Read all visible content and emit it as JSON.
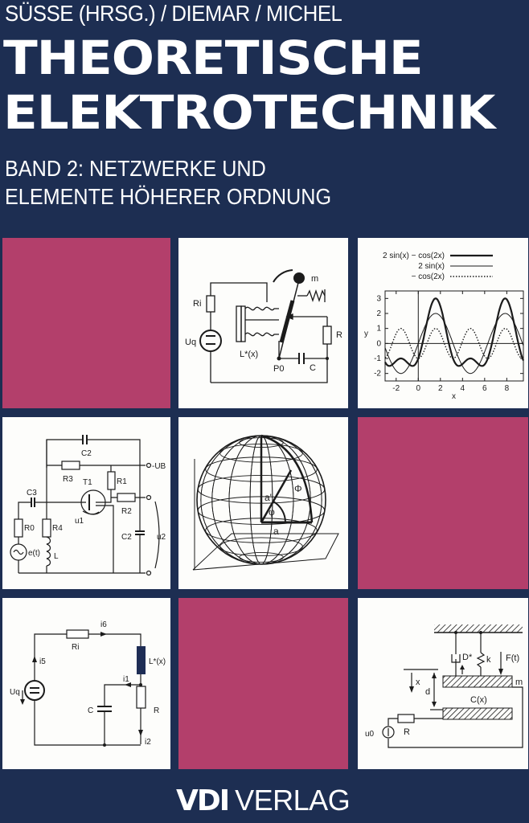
{
  "cover": {
    "authors": "SÜSSE (HRSG.) / DIEMAR / MICHEL",
    "title_line1": "THEORETISCHE",
    "title_line2": "ELEKTROTECHNIK",
    "subtitle_line1": "BAND 2: NETZWERKE UND",
    "subtitle_line2": "ELEMENTE HÖHERER ORDNUNG",
    "publisher_logo": "VDI",
    "publisher_name": "VERLAG",
    "colors": {
      "background": "#1d2e52",
      "accent_tile": "#b33f6b",
      "figure_tile": "#fdfdfb"
    }
  },
  "figures": {
    "pendulum_circuit": {
      "labels": [
        "m",
        "Ri",
        "R",
        "Uq",
        "L*(x)",
        "P0",
        "C"
      ]
    },
    "transistor_circuit": {
      "labels": [
        "C2",
        "R3",
        "-UB",
        "T1",
        "R1",
        "C3",
        "R2",
        "R0",
        "R4",
        "u1",
        "C2",
        "u2",
        "e(t)",
        "L"
      ]
    },
    "sphere": {
      "labels": [
        "a'",
        "Φ",
        "φ",
        "a"
      ]
    },
    "rlc_circuit": {
      "labels": [
        "i6",
        "Ri",
        "i5",
        "L*(x)",
        "Uq",
        "i1",
        "C",
        "R",
        "i2"
      ]
    },
    "capacitor_mechanism": {
      "labels": [
        "D*",
        "k",
        "F(t)",
        "x",
        "d",
        "m",
        "C(x)",
        "R",
        "u0"
      ]
    }
  },
  "chart_data": {
    "type": "line",
    "title": "",
    "xlabel": "x",
    "ylabel": "y",
    "xlim": [
      -3,
      9.5
    ],
    "ylim": [
      -2.5,
      3.5
    ],
    "xticks": [
      -2,
      0,
      2,
      4,
      6,
      8
    ],
    "yticks": [
      -2,
      -1,
      0,
      1,
      2,
      3
    ],
    "legend_position": "top",
    "series": [
      {
        "name": "2 sin(x) − cos(2x)",
        "style": "thick solid",
        "formula": "2*sin(x)-cos(2*x)"
      },
      {
        "name": "2 sin(x)",
        "style": "thin solid",
        "formula": "2*sin(x)"
      },
      {
        "name": "− cos(2x)",
        "style": "dotted",
        "formula": "-cos(2*x)"
      }
    ]
  }
}
